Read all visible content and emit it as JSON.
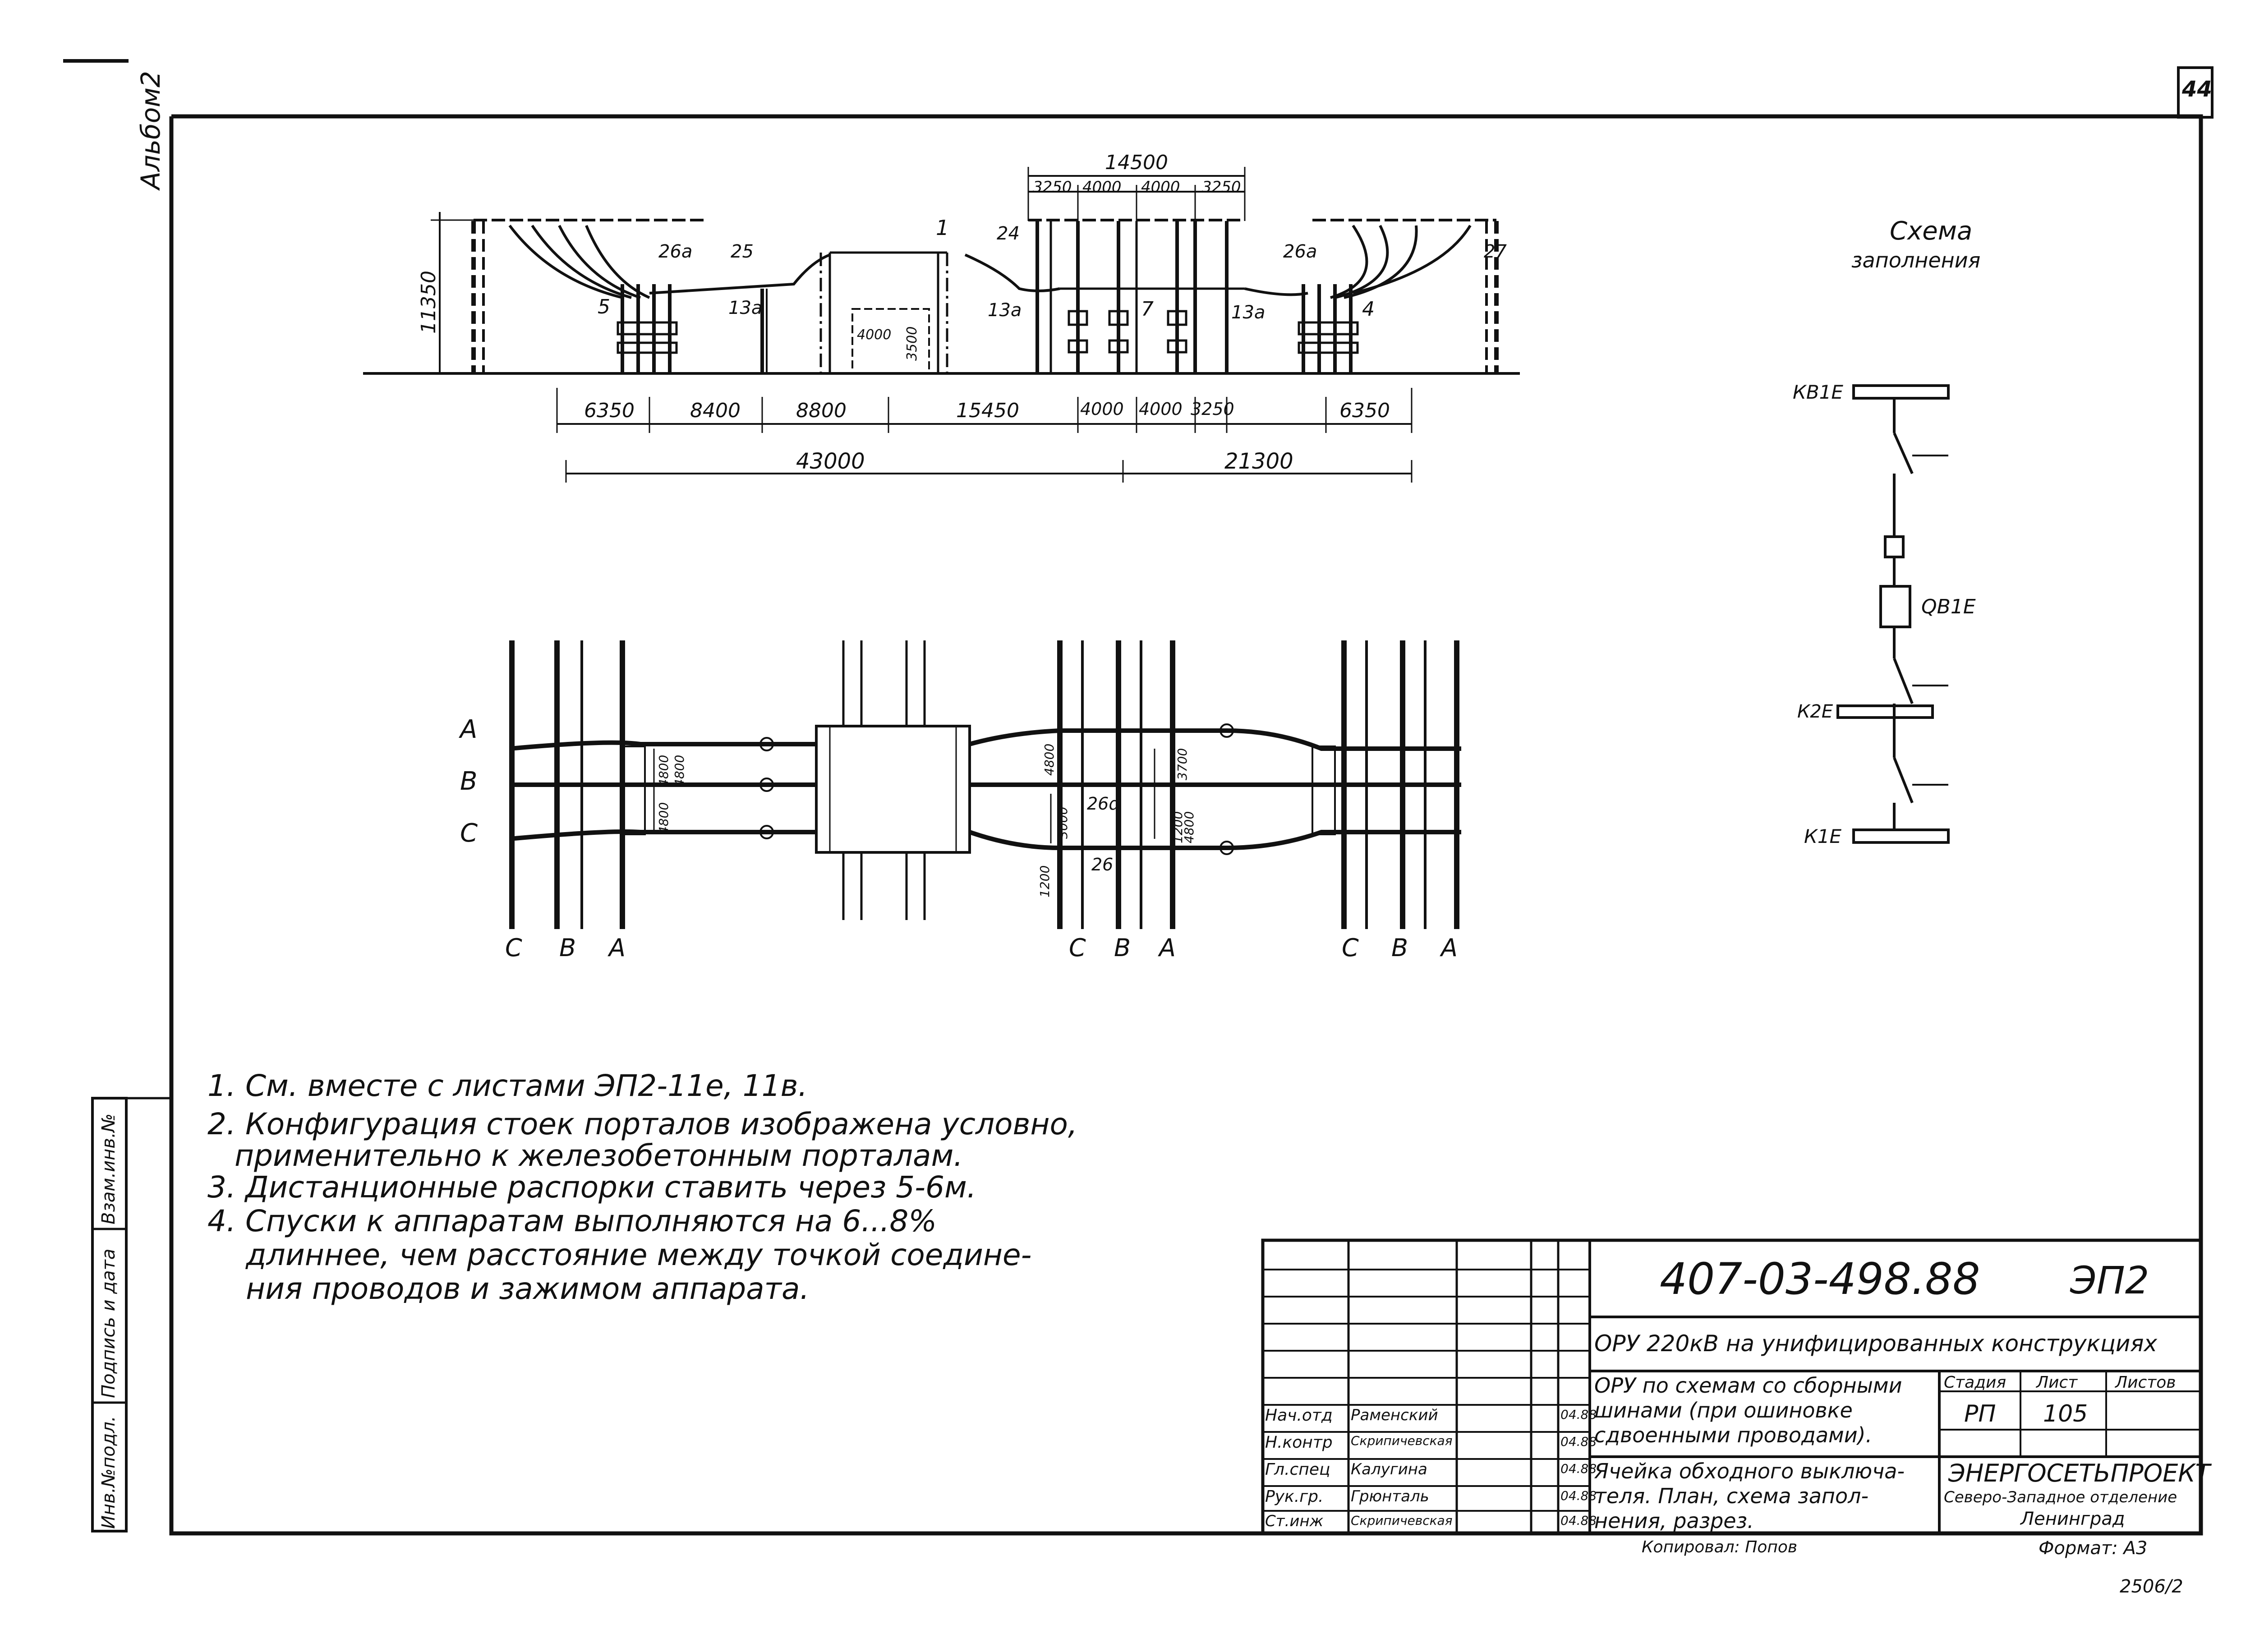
{
  "sheet": {
    "sheet_no_corner": "44",
    "stamp_left_top": "Альбом2",
    "side_stamp": [
      "Инв.№подл.",
      "Подпись и дата",
      "Взам.инв.№"
    ]
  },
  "section": {
    "dims_top": {
      "overall": "14500",
      "subs": [
        "3250",
        "4000",
        "4000",
        "3250"
      ]
    },
    "height_dim": "11350",
    "height_small_1": "4000",
    "height_small_2": "3500",
    "labels": [
      "1",
      "26a",
      "25",
      "5",
      "13a",
      "24",
      "13a",
      "7",
      "13a",
      "26a",
      "4",
      "27"
    ],
    "dims_bottom": [
      "6350",
      "8400",
      "8800",
      "15450",
      "4000",
      "4000",
      "3250",
      "6350"
    ],
    "dims_total": [
      "43000",
      "21300"
    ]
  },
  "plan": {
    "phases_left": [
      "A",
      "B",
      "C"
    ],
    "phases_bottom": [
      "C",
      "B",
      "A"
    ],
    "dims": [
      "4800",
      "4800",
      "4800",
      "4800",
      "3000",
      "3700",
      "4800",
      "1200",
      "1200"
    ],
    "labels": [
      "26d",
      "26"
    ]
  },
  "scheme": {
    "title_line1": "Схема",
    "title_line2": "заполнения",
    "kb1e": "КВ1Е",
    "qb1e": "QВ1Е",
    "k2e": "К2Е",
    "k1e": "К1Е"
  },
  "notes": [
    "1. См. вместе с листами ЭП2-11е, 11в.",
    "2. Конфигурация стоек порталов изображена условно,",
    "применительно к железобетонным порталам.",
    "3. Дистанционные распорки ставить через 5-6м.",
    "4. Спуски к аппаратам выполняются на 6...8%",
    "длиннее, чем расстояние между точкой соедине-",
    "ния проводов и зажимом аппарата."
  ],
  "title_block": {
    "doc_code": "407-03-498.88",
    "doc_mark": "ЭП2",
    "object": "ОРУ 220кВ на унифицированных конструкциях",
    "subtitle": [
      "ОРУ по схемам со сборными",
      "шинами (при ошиновке",
      "сдвоенными проводами)."
    ],
    "sheet_title": [
      "Ячейка обходного выключа-",
      "теля. План, схема запол-",
      "нения, разрез."
    ],
    "stage_header": "Стадия",
    "sheet_header": "Лист",
    "sheets_header": "Листов",
    "stage": "РП",
    "sheet": "105",
    "org": [
      "ЭНЕРГОСЕТЬПРОЕКТ",
      "Северо-Западное отделение",
      "Ленинград"
    ],
    "signers": [
      {
        "role": "Нач.отд",
        "name": "Раменский",
        "date": "04.88"
      },
      {
        "role": "Н.контр",
        "name": "Скрипичевская",
        "date": "04.88"
      },
      {
        "role": "Гл.спец",
        "name": "Калугина",
        "date": "04.88"
      },
      {
        "role": "Рук.гр.",
        "name": "Грюнталь",
        "date": "04.88"
      },
      {
        "role": "Ст.инж",
        "name": "Скрипичевская",
        "date": "04.88"
      }
    ],
    "copied": "Копировал: Попов",
    "format": "Формат: А3",
    "archive_no": "2506/2"
  }
}
